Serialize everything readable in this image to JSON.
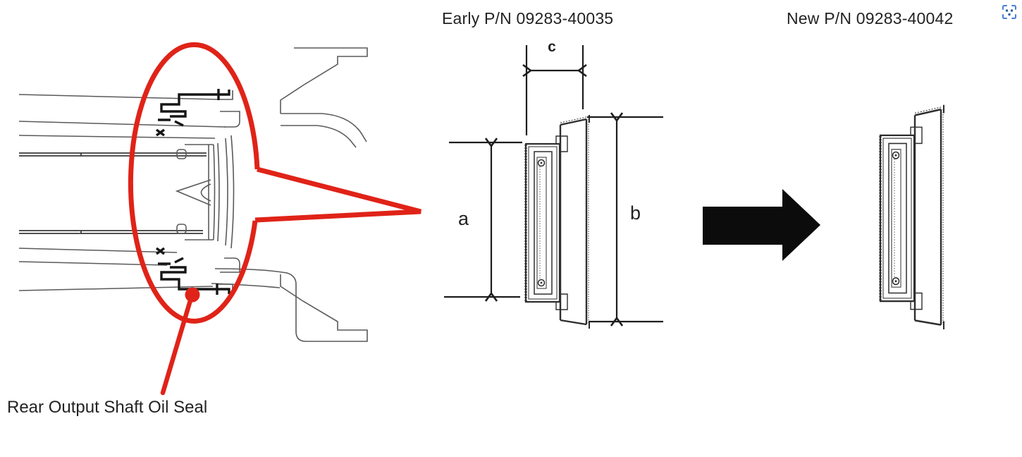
{
  "window": {
    "background": "#ffffff"
  },
  "header": {
    "early_part_label": "Early P/N 09283-40035",
    "new_part_label": "New P/N 09283-40042"
  },
  "callout": {
    "label": "Rear Output Shaft Oil Seal"
  },
  "dimensions": {
    "a": "a",
    "b": "b",
    "c": "c"
  },
  "icons": {
    "capture": "ocr-capture-icon"
  },
  "colors": {
    "highlight_red": "#e02318",
    "drawing_line_gray": "#4f4f4f",
    "drawing_line_dark": "#161616",
    "text": "#232323",
    "capture_icon_blue": "#4a7fd0"
  }
}
